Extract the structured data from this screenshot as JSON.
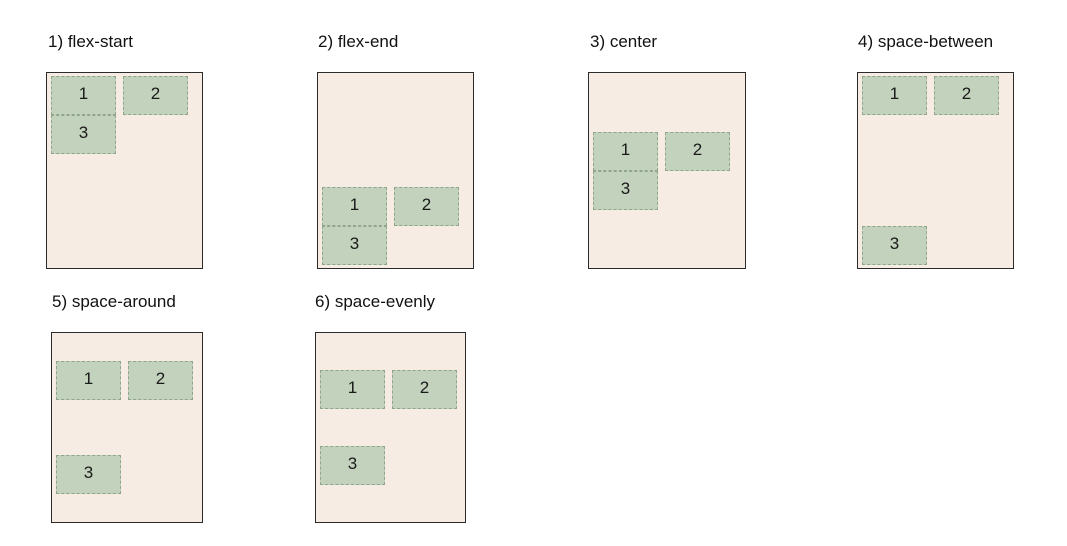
{
  "panels": [
    {
      "title": "1) flex-start",
      "align": "flex-start",
      "items": [
        "1",
        "2",
        "3"
      ]
    },
    {
      "title": "2) flex-end",
      "align": "flex-end",
      "items": [
        "1",
        "2",
        "3"
      ]
    },
    {
      "title": "3) center",
      "align": "center",
      "items": [
        "1",
        "2",
        "3"
      ]
    },
    {
      "title": "4) space-between",
      "align": "space-between",
      "items": [
        "1",
        "2",
        "3"
      ]
    },
    {
      "title": "5) space-around",
      "align": "space-around",
      "items": [
        "1",
        "2",
        "3"
      ]
    },
    {
      "title": "6) space-evenly",
      "align": "space-evenly",
      "items": [
        "1",
        "2",
        "3"
      ]
    }
  ],
  "colors": {
    "container_background": "#f7ece4",
    "container_border": "#2b2b2b",
    "item_background": "#c3d2bc",
    "item_border": "#8fa68a"
  }
}
